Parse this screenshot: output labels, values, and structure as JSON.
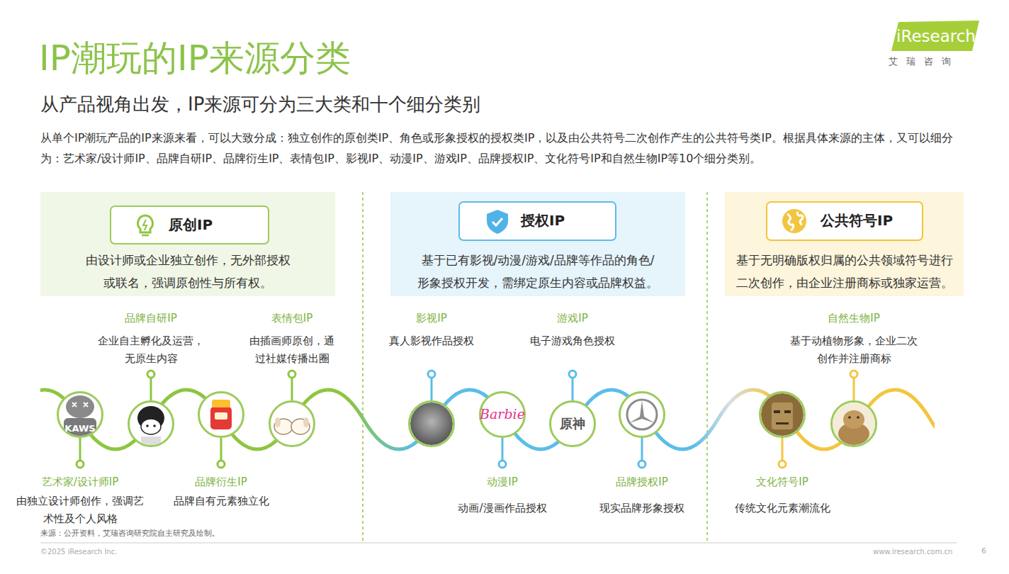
{
  "diagram": {
    "title": "IP潮玩的IP来源分类",
    "nodes": [
      {
        "text": [
          "由设计师或企业独立创作，无外部授权或联名，强调原创性与所有权。"
        ]
      },
      {
        "text": [
          "原创IP"
        ],
        "in": 0
      },
      {
        "text": [
          "基于已有影视/动漫/游戏/品牌等作品的角色/形象授权开发，需绑定原生内容或品牌权益。"
        ]
      },
      {
        "text": [
          "授权IP"
        ],
        "in": 2
      },
      {
        "text": [
          "基于无明确版权归属的公共领域符号进行二次创作，由企业注册商标或独家运营。"
        ]
      },
      {
        "text": [
          "公共符号IP"
        ],
        "in": 4
      },
      {
        "text": [
          "艺术家/设计师IP",
          "由独立设计师创作，强调艺术性及个人风格"
        ]
      },
      {
        "text": [
          "品牌自研IP",
          "企业自主孵化及运营，无原生内容"
        ]
      },
      {
        "text": [
          "品牌衍生IP",
          "品牌自有元素独立化"
        ]
      },
      {
        "text": [
          "表情包IP",
          "由插画师原创，通过社媒传播出圈"
        ]
      },
      {
        "text": [
          "影视IP",
          "真人影视作品授权"
        ]
      },
      {
        "text": [
          "动漫IP",
          "动画/漫画作品授权"
        ]
      },
      {
        "text": [
          "游戏IP",
          "电子游戏角色授权"
        ]
      },
      {
        "text": [
          "品牌授权IP",
          "现实品牌形象授权"
        ]
      },
      {
        "text": [
          "文化符号IP",
          "传统文化元素潮流化"
        ]
      },
      {
        "text": [
          "自然生物IP",
          "基于动植物形象，企业二次创作并注册商标"
        ]
      }
    ],
    "labels": [
      "从产品视角出发，IP来源可分为三大类和十个细分类别",
      "从单个IP潮玩产品的IP来源来看，可以大致分成：独立创作的原创类IP、角色或形象授权的授权类IP，以及由公共符号二次创作产生的公共符号类IP。根据具体来源的主体，又可以细分为：艺术家/设计师IP、品牌自研IP、品牌衍生IP、表情包IP、影视IP、动漫IP、游戏IP、品牌授权IP、文化符号IP和自然生物IP等10个细分类别。",
      "KAWS",
      "Barbie",
      "原神",
      "来源：公开资料，艾瑞咨询研究院自主研究及绘制。",
      "©2025 iResearch Inc.",
      "www.iresearch.com.cn",
      "6",
      "iResearch",
      "艾 瑞 咨 询"
    ]
  }
}
